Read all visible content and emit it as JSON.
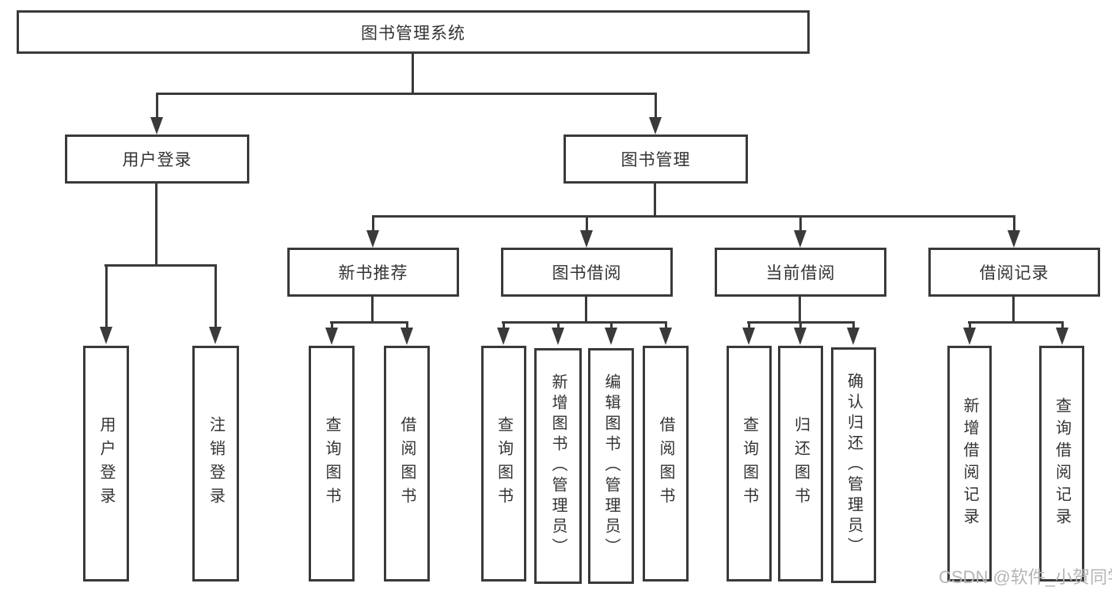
{
  "diagram": {
    "watermark": "CSDN @软件_小贺同学",
    "colors": {
      "line": "#3a3a3a",
      "box_border": "#3a3a3a",
      "box_fill": "#ffffff",
      "text": "#333333",
      "watermark": "#b5b5b5"
    },
    "nodes": {
      "root": {
        "label": "图书管理系统"
      },
      "user_login": {
        "label": "用户登录"
      },
      "book_mgmt": {
        "label": "图书管理"
      },
      "new_book_rec": {
        "label": "新书推荐"
      },
      "book_borrow": {
        "label": "图书借阅"
      },
      "current_borrow": {
        "label": "当前借阅"
      },
      "borrow_record": {
        "label": "借阅记录"
      },
      "leaf_user_login": {
        "label": "用户登录"
      },
      "leaf_logout": {
        "label": "注销登录"
      },
      "leaf_query_book_1": {
        "label": "查询图书"
      },
      "leaf_borrow_book_1": {
        "label": "借阅图书"
      },
      "leaf_query_book_2": {
        "label": "查询图书"
      },
      "leaf_add_book": {
        "label": "新增图书（管理员）"
      },
      "leaf_edit_book": {
        "label": "编辑图书（管理员）"
      },
      "leaf_borrow_book_2": {
        "label": "借阅图书"
      },
      "leaf_query_book_3": {
        "label": "查询图书"
      },
      "leaf_return_book": {
        "label": "归还图书"
      },
      "leaf_confirm_return": {
        "label": "确认归还（管理员）"
      },
      "leaf_add_record": {
        "label": "新增借阅记录"
      },
      "leaf_query_record": {
        "label": "查询借阅记录"
      }
    }
  }
}
